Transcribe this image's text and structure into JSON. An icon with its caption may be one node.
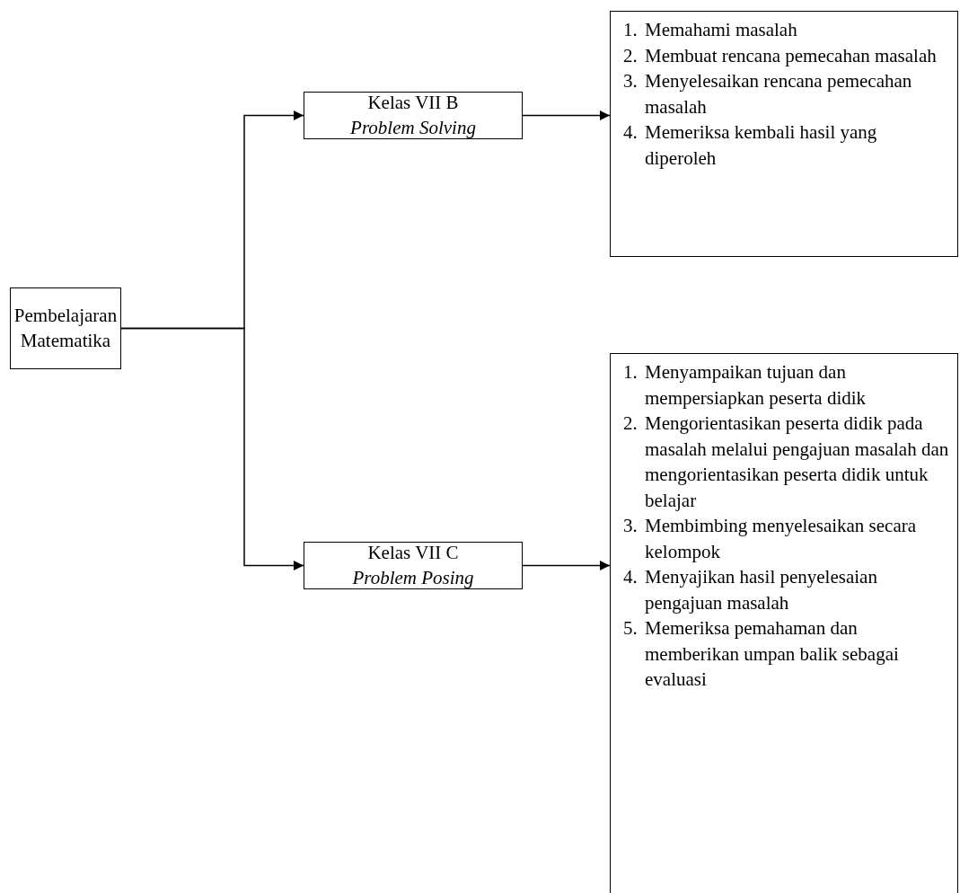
{
  "diagram": {
    "nodes": [
      {
        "text": [
          "Pembelajaran Matematika"
        ]
      },
      {
        "text": [
          "Kelas VII B",
          "Problem Solving"
        ]
      },
      {
        "text": [
          "Kelas VII C",
          "Problem Posing"
        ]
      },
      {
        "text": [
          "1. Memahami masalah",
          "2. Membuat rencana pemecahan masalah",
          "3. Menyelesaikan rencana pemecahan masalah",
          "4. Memeriksa kembali hasil yang diperoleh"
        ]
      },
      {
        "text": [
          "1. Menyampaikan tujuan dan mempersiapkan peserta didik",
          "2. Mengorientasikan peserta didik pada masalah melalui pengajuan masalah dan mengorientasikan peserta didik untuk belajar",
          "3. Membimbing menyelesaikan secara kelompok",
          "4. Menyajikan hasil penyelesaian pengajuan masalah",
          "5. Memeriksa pemahaman dan memberikan umpan balik sebagai evaluasi"
        ]
      }
    ],
    "edges": [
      {
        "from": 0,
        "to": 1,
        "arrow": "to"
      },
      {
        "from": 0,
        "to": 2,
        "arrow": "to"
      },
      {
        "from": 1,
        "to": 3,
        "arrow": "to"
      },
      {
        "from": 2,
        "to": 4,
        "arrow": "to"
      }
    ]
  }
}
